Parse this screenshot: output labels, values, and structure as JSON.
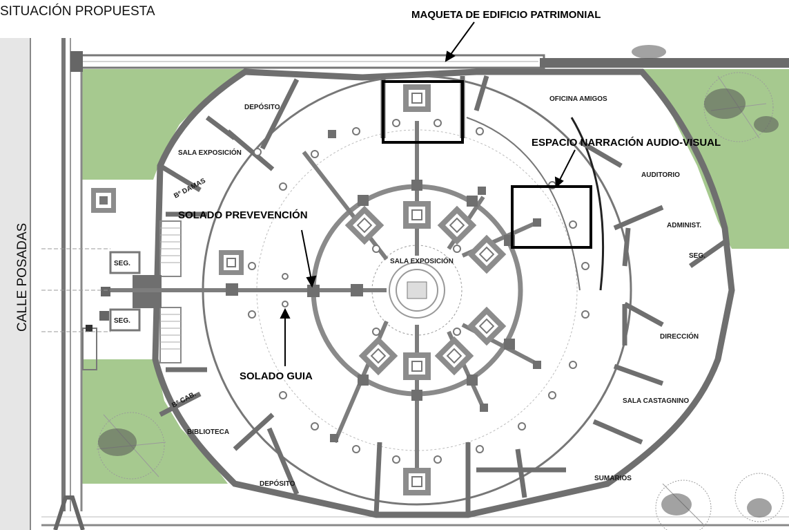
{
  "header": {
    "title": "SITUACIÓN PROPUESTA"
  },
  "street": {
    "name": "CALLE POSADAS"
  },
  "annotations": {
    "maqueta": "MAQUETA DE EDIFICIO PATRIMONIAL",
    "espacio": "ESPACIO NARRACIÓN AUDIO-VISUAL",
    "solado_prevencion": "SOLADO PREVEVENCIÓN",
    "solado_guia": "SOLADO GUIA"
  },
  "rooms": {
    "deposito_top": "DEPÓSITO",
    "sala_exposicion_left": "SALA EXPOSICIÓN",
    "banos_damas": "Bº DAMAS",
    "seg_top": "SEG.",
    "seg_bottom": "SEG.",
    "banos_caballeros": "Bº CAB.",
    "biblioteca": "BIBLIOTECA",
    "deposito_bottom": "DEPÓSITO",
    "sala_exposicion_center": "SALA EXPOSICIÓN",
    "oficina_amigos": "OFICINA AMIGOS",
    "auditorio": "AUDITORIO",
    "administ": "ADMINIST.",
    "seg_right": "SEG.",
    "direccion": "DIRECCIÓN",
    "sala_castagnino": "SALA CASTAGNINO",
    "sumarios": "SUMARIOS"
  },
  "colors": {
    "lawn": "#a6c98f",
    "wall": "#6f6f6f",
    "guide_path": "#7d7d7d",
    "highlight_box": "#000000"
  }
}
